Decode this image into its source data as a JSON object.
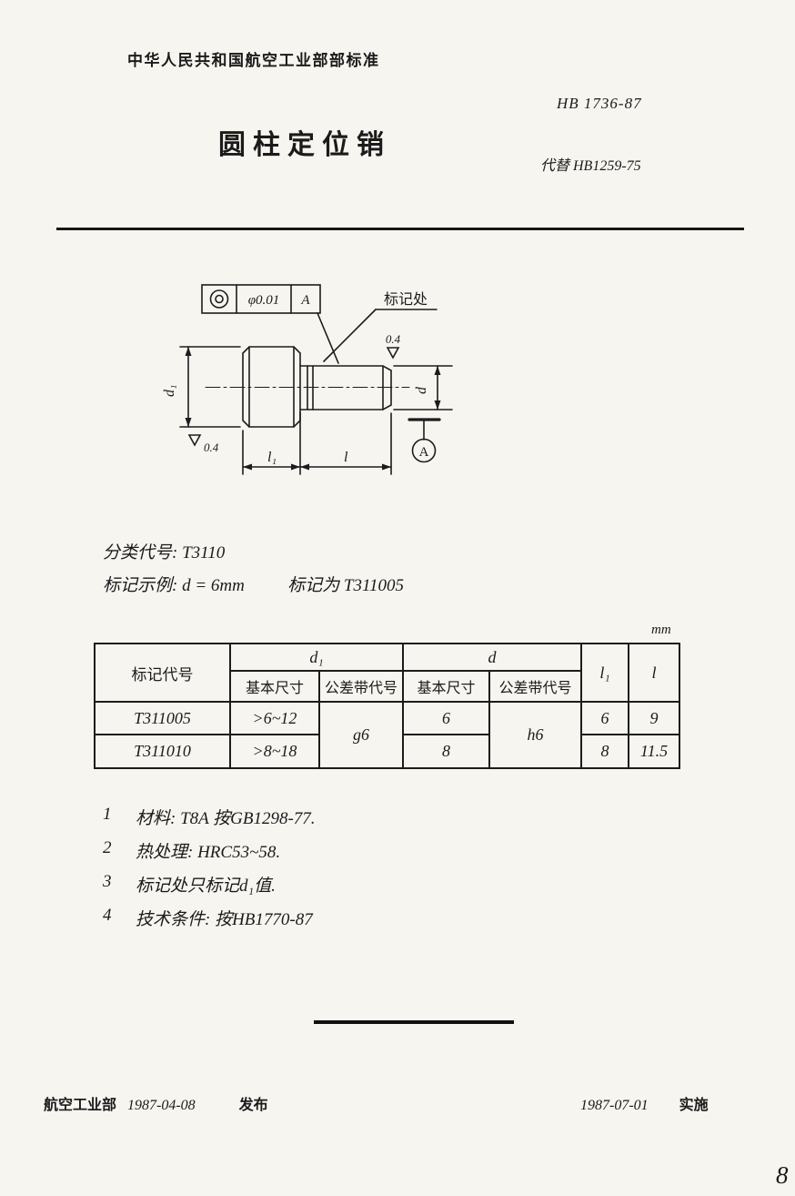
{
  "header": {
    "ministry_line": "中华人民共和国航空工业部部标准",
    "standard_no": "HB 1736-87",
    "title": "圆柱定位销",
    "supersedes": "代替 HB1259-75"
  },
  "drawing": {
    "tolerance_value": "φ0.01",
    "tolerance_datum": "A",
    "marking_label": "标记处",
    "roughness_top": "0.4",
    "roughness_bottom": "0.4",
    "dim_d1": "d₁",
    "dim_d": "d",
    "dim_l1": "l₁",
    "dim_l": "l",
    "datum_label": "A"
  },
  "classification": {
    "code_line": "分类代号: T3110",
    "example_label": "标记示例: d = 6mm",
    "example_value": "标记为 T311005"
  },
  "table": {
    "unit": "mm",
    "headers": {
      "code": "标记代号",
      "d1_group": "d₁",
      "d_group": "d",
      "l1": "l₁",
      "l": "l",
      "basic_size_1": "基本尺寸",
      "tolerance_code_1": "公差带代号",
      "basic_size_2": "基本尺寸",
      "tolerance_code_2": "公差带代号"
    },
    "rows": [
      {
        "code": "T311005",
        "d1_basic": ">6~12",
        "d1_tol": "g6",
        "d_basic": "6",
        "d_tol": "h6",
        "l1": "6",
        "l": "9"
      },
      {
        "code": "T311010",
        "d1_basic": ">8~18",
        "d_basic": "8",
        "l1": "8",
        "l": "11.5"
      }
    ]
  },
  "notes": [
    {
      "num": "1",
      "text": "材料: T8A  按GB1298-77."
    },
    {
      "num": "2",
      "text": "热处理: HRC53~58."
    },
    {
      "num": "3",
      "text": "标记处只标记d₁值."
    },
    {
      "num": "4",
      "text": "技术条件: 按HB1770-87"
    }
  ],
  "footer": {
    "issuer": "航空工业部",
    "issue_date": "1987-04-08",
    "issue_verb": "发布",
    "effective_date": "1987-07-01",
    "effective_verb": "实施"
  },
  "page": {
    "page_number": "8"
  }
}
